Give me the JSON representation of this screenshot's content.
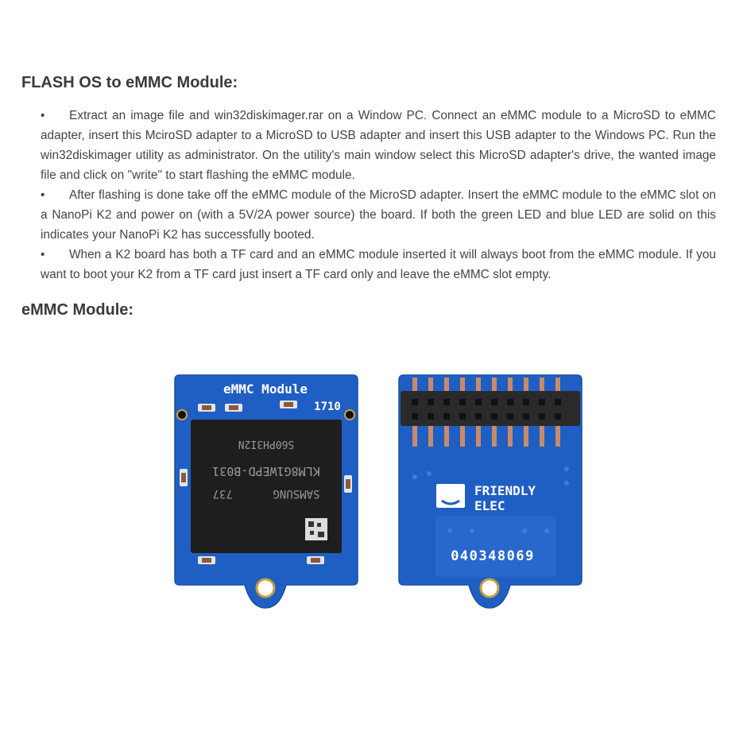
{
  "section1": {
    "title": "FLASH OS to eMMC Module:",
    "bullet_symbol": "•",
    "items": [
      "Extract an image file and win32diskimager.rar on a Window PC. Connect an eMMC module to a MicroSD to eMMC adapter, insert this MciroSD adapter to a MicroSD to USB adapter and insert this USB adapter to the Windows PC. Run the win32diskimager utility as administrator. On the utility's main window select this MicroSD adapter's drive, the wanted image file and click on \"write\" to start flashing the eMMC module.",
      "After flashing is done take off the eMMC module of the MicroSD adapter. Insert the eMMC module to the eMMC slot on a NanoPi K2 and power on (with a 5V/2A power source) the board. If both the green LED and blue LED are solid on this indicates your NanoPi K2 has successfully booted.",
      "When a K2 board has both a TF card and an eMMC module inserted it will always boot from the eMMC module. If you want to boot your K2 from a TF card just insert a TF card only and leave the eMMC slot empty."
    ]
  },
  "section2": {
    "title": "eMMC Module:"
  },
  "photo": {
    "front": {
      "label": "eMMC Module",
      "date_code": "1710",
      "chip_lines": [
        "S60PH3I2N",
        "KLM8G1WEPD-B031",
        "SAMSUNG      737"
      ]
    },
    "back": {
      "brand_line1": "FRIENDLY",
      "brand_line2": "ELEC",
      "serial": "040348069"
    },
    "colors": {
      "pcb": "#1f5fc4",
      "pcb_dark": "#174ea6",
      "chip": "#1e1e1e",
      "header": "#2a2a2a",
      "pin": "#c98a6a"
    }
  }
}
